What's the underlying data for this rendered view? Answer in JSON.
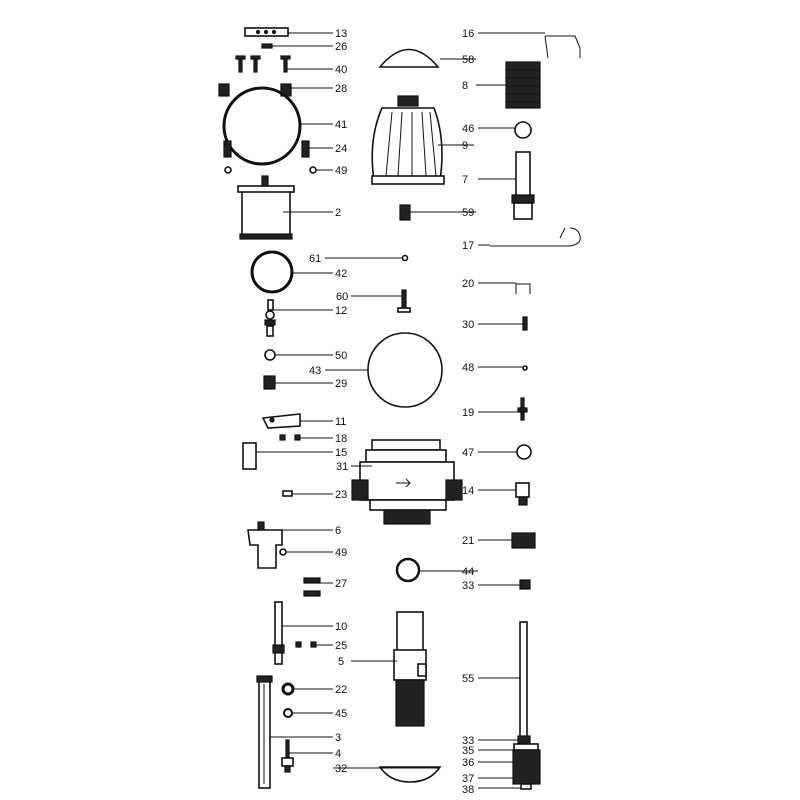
{
  "title": "Exploded parts diagram",
  "labels": {
    "l13": "13",
    "l26": "26",
    "l40": "40",
    "l28": "28",
    "l41": "41",
    "l24": "24",
    "l49a": "49",
    "l2": "2",
    "l42": "42",
    "l12": "12",
    "l50": "50",
    "l29": "29",
    "l11": "11",
    "l18": "18",
    "l15": "15",
    "l23": "23",
    "l6": "6",
    "l49b": "49",
    "l27": "27",
    "l10": "10",
    "l25": "25",
    "l22": "22",
    "l45": "45",
    "l3": "3",
    "l4": "4",
    "l32": "32",
    "l61": "61",
    "l43": "43",
    "l60": "60",
    "l31": "31",
    "l5": "5",
    "l58": "58",
    "l9": "9",
    "l59": "59",
    "l44": "44",
    "l16": "16",
    "l8": "8",
    "l46": "46",
    "l7": "7",
    "l17": "17",
    "l20": "20",
    "l30": "30",
    "l48": "48",
    "l19": "19",
    "l47": "47",
    "l14": "14",
    "l21": "21",
    "l33a": "33",
    "l55": "55",
    "l33b": "33",
    "l35": "35",
    "l36": "36",
    "l37": "37",
    "l38": "38"
  }
}
